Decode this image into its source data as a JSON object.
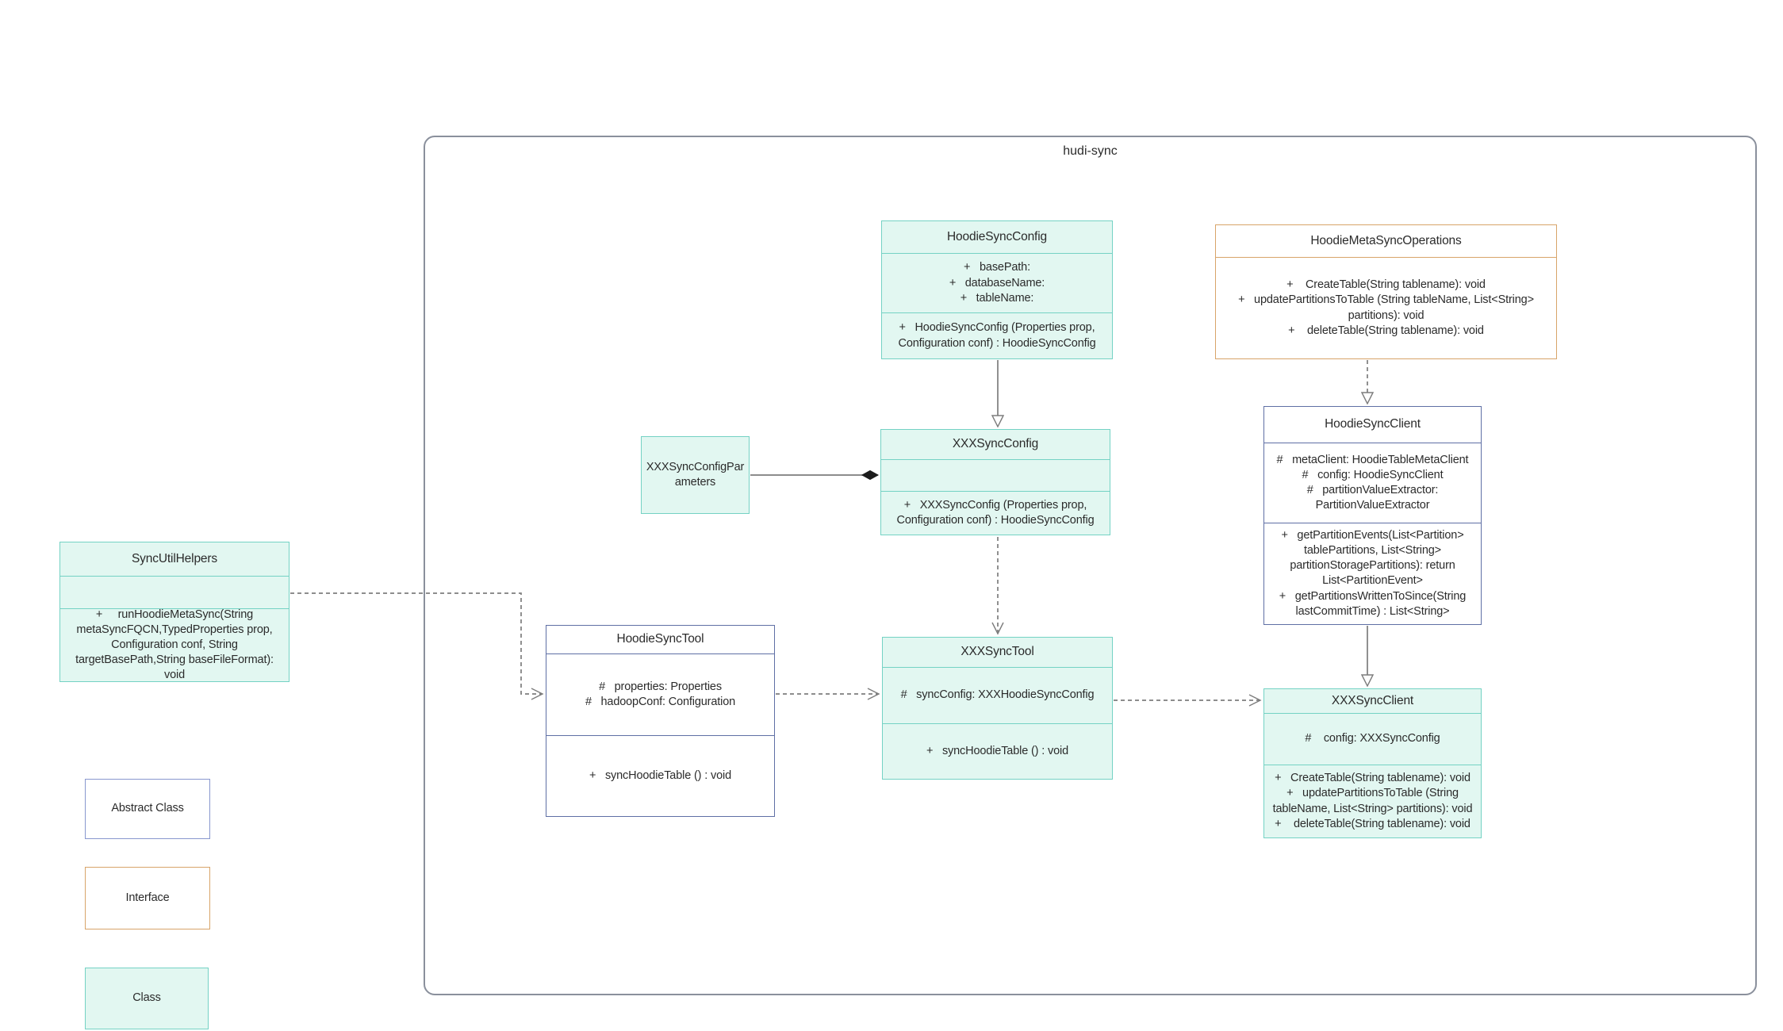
{
  "container": {
    "label": "hudi-sync"
  },
  "classes": {
    "hoodie_sync_config": {
      "title": "HoodieSyncConfig",
      "stereotype": "class",
      "fields": "+   basePath:\n+   databaseName:\n+   tableName:",
      "methods": "+   HoodieSyncConfig (Properties prop, Configuration conf) : HoodieSyncConfig"
    },
    "hoodie_meta_sync_operations": {
      "title": "HoodieMetaSyncOperations",
      "stereotype": "interface",
      "methods": "+    CreateTable(String tablename): void\n+   updatePartitionsToTable (String tableName, List<String> partitions): void\n+    deleteTable(String tablename): void"
    },
    "xxx_sync_config_parameters": {
      "title": "XXXSyncConfigParameters",
      "stereotype": "class"
    },
    "xxx_sync_config": {
      "title": "XXXSyncConfig",
      "stereotype": "class",
      "fields": "",
      "methods": "+   XXXSyncConfig (Properties prop, Configuration conf) : HoodieSyncConfig"
    },
    "hoodie_sync_client": {
      "title": "HoodieSyncClient",
      "stereotype": "abstract",
      "fields": "#   metaClient: HoodieTableMetaClient\n#   config: HoodieSyncClient\n#   partitionValueExtractor: PartitionValueExtractor",
      "methods": "+   getPartitionEvents(List<Partition> tablePartitions, List<String> partitionStoragePartitions): return List<PartitionEvent>\n+   getPartitionsWrittenToSince(String lastCommitTime) : List<String>"
    },
    "sync_util_helpers": {
      "title": "SyncUtilHelpers",
      "stereotype": "class",
      "fields": "",
      "methods": "+     runHoodieMetaSync(String metaSyncFQCN,TypedProperties prop, Configuration conf, String targetBasePath,String baseFileFormat): void"
    },
    "hoodie_sync_tool": {
      "title": "HoodieSyncTool",
      "stereotype": "abstract",
      "fields": "#   properties: Properties\n#   hadoopConf: Configuration",
      "methods": "+   syncHoodieTable () : void"
    },
    "xxx_sync_tool": {
      "title": "XXXSyncTool",
      "stereotype": "class",
      "fields": "#   syncConfig: XXXHoodieSyncConfig",
      "methods": "+   syncHoodieTable () : void"
    },
    "xxx_sync_client": {
      "title": "XXXSyncClient",
      "stereotype": "class",
      "fields": "#    config: XXXSyncConfig",
      "methods": "+   CreateTable(String tablename): void\n+   updatePartitionsToTable (String tableName, List<String> partitions): void\n+    deleteTable(String tablename): void"
    }
  },
  "legend": {
    "abstract_label": "Abstract Class",
    "interface_label": "Interface",
    "class_label": "Class"
  },
  "relationships": [
    {
      "from": "HoodieSyncConfig",
      "to": "XXXSyncConfig",
      "line": "solid",
      "arrow": "hollow-triangle",
      "type": "generalization"
    },
    {
      "from": "XXXSyncConfigParameters",
      "to": "XXXSyncConfig",
      "line": "solid",
      "arrow": "filled-diamond",
      "type": "composition"
    },
    {
      "from": "XXXSyncConfig",
      "to": "XXXSyncTool",
      "line": "dashed",
      "arrow": "open",
      "type": "dependency"
    },
    {
      "from": "HoodieMetaSyncOperations",
      "to": "HoodieSyncClient",
      "line": "dashed",
      "arrow": "hollow-triangle",
      "type": "realization"
    },
    {
      "from": "HoodieSyncClient",
      "to": "XXXSyncClient",
      "line": "solid",
      "arrow": "hollow-triangle",
      "type": "generalization"
    },
    {
      "from": "SyncUtilHelpers",
      "to": "HoodieSyncTool",
      "line": "dashed",
      "arrow": "open",
      "type": "dependency"
    },
    {
      "from": "HoodieSyncTool",
      "to": "XXXSyncTool",
      "line": "dashed",
      "arrow": "open",
      "type": "dependency"
    },
    {
      "from": "XXXSyncTool",
      "to": "XXXSyncClient",
      "line": "dashed",
      "arrow": "open",
      "type": "dependency"
    }
  ],
  "colors": {
    "class_fill": "#e2f7f1",
    "class_border": "#74d2c4",
    "abstract_border": "#5f6fa5",
    "interface_border": "#d8a469",
    "connector": "#7d7d7d",
    "container_border": "#8a909c"
  }
}
